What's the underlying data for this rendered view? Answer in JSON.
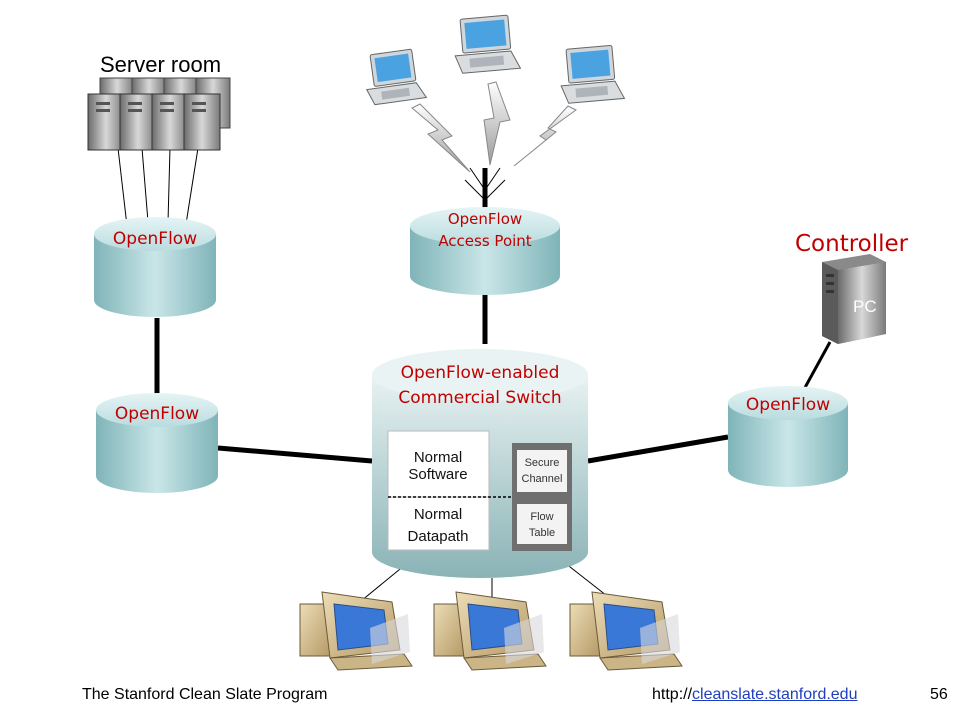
{
  "diagram": {
    "server_room_label": "Server room",
    "controller_label": "Controller",
    "controller_pc_label": "PC",
    "nodes": {
      "openflow_top_left": "OpenFlow",
      "openflow_bottom_left": "OpenFlow",
      "openflow_right": "OpenFlow",
      "access_point_line1": "OpenFlow",
      "access_point_line2": "Access Point",
      "switch_line1": "OpenFlow-enabled",
      "switch_line2": "Commercial Switch"
    },
    "switch_internals": {
      "normal_software_line1": "Normal",
      "normal_software_line2": "Software",
      "normal_datapath_line1": "Normal",
      "normal_datapath_line2": "Datapath",
      "secure_channel_line1": "Secure",
      "secure_channel_line2": "Channel",
      "flow_table_line1": "Flow",
      "flow_table_line2": "Table"
    },
    "colors": {
      "label_red": "#c00000",
      "cylinder_teal": "#9fcfd2",
      "screen_blue": "#3a78d8"
    }
  },
  "footer": {
    "left_text": "The Stanford Clean Slate Program",
    "url_prefix": "http://",
    "url_link": "cleanslate.stanford.edu",
    "page_number": "56"
  }
}
